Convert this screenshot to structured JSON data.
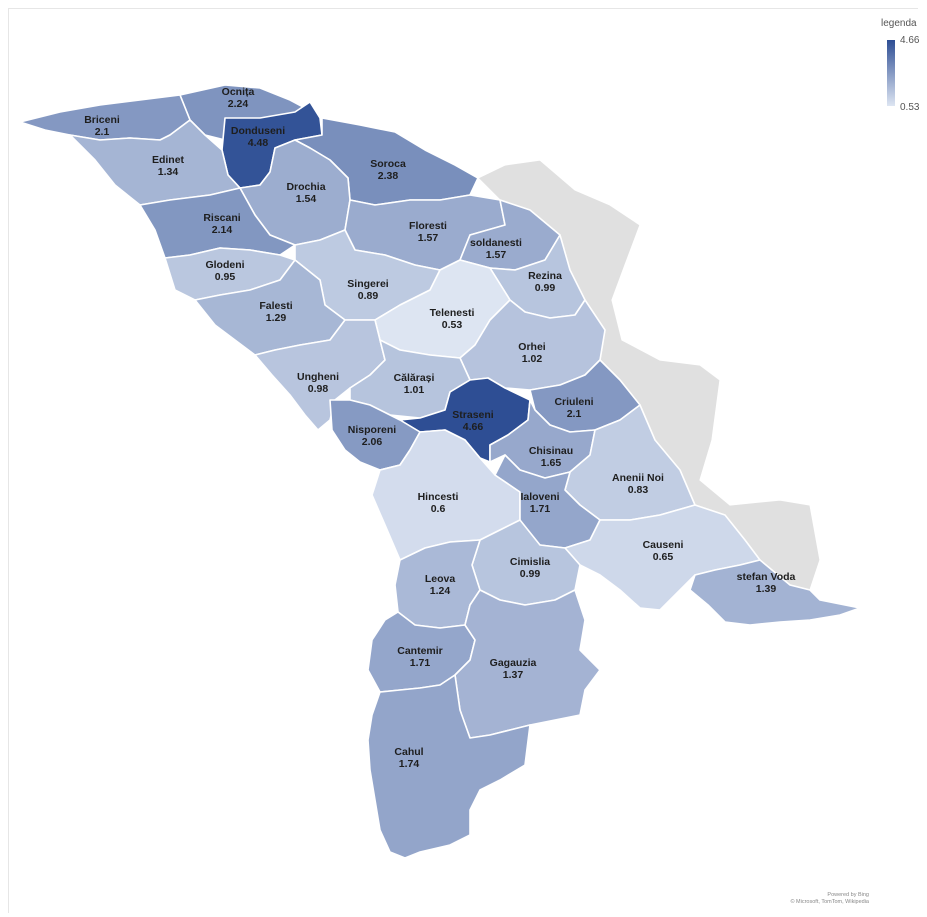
{
  "legend": {
    "title": "legenda",
    "max": "4.66",
    "min": "0.53",
    "color_max": "#2e4e94",
    "color_min": "#dde5f2"
  },
  "attribution": {
    "line1": "Powered by Bing",
    "line2": "© Microsoft, TomTom, Wikipedia"
  },
  "colors": {
    "outside": "#e0e0e0",
    "border": "#ffffff"
  },
  "regions": [
    {
      "name": "Ocnița",
      "value": "2.24"
    },
    {
      "name": "Briceni",
      "value": "2.1"
    },
    {
      "name": "Donduseni",
      "value": "4.48"
    },
    {
      "name": "Edinet",
      "value": "1.34"
    },
    {
      "name": "Soroca",
      "value": "2.38"
    },
    {
      "name": "Drochia",
      "value": "1.54"
    },
    {
      "name": "Riscani",
      "value": "2.14"
    },
    {
      "name": "Floresti",
      "value": "1.57"
    },
    {
      "name": "soldanesti",
      "value": "1.57"
    },
    {
      "name": "Glodeni",
      "value": "0.95"
    },
    {
      "name": "Singerei",
      "value": "0.89"
    },
    {
      "name": "Rezina",
      "value": "0.99"
    },
    {
      "name": "Falesti",
      "value": "1.29"
    },
    {
      "name": "Telenesti",
      "value": "0.53"
    },
    {
      "name": "Orhei",
      "value": "1.02"
    },
    {
      "name": "Ungheni",
      "value": "0.98"
    },
    {
      "name": "Călărași",
      "value": "1.01"
    },
    {
      "name": "Criuleni",
      "value": "2.1"
    },
    {
      "name": "Straseni",
      "value": "4.66"
    },
    {
      "name": "Nisporeni",
      "value": "2.06"
    },
    {
      "name": "Chisinau",
      "value": "1.65"
    },
    {
      "name": "Anenii Noi",
      "value": "0.83"
    },
    {
      "name": "Hincesti",
      "value": "0.6"
    },
    {
      "name": "Ialoveni",
      "value": "1.71"
    },
    {
      "name": "Causeni",
      "value": "0.65"
    },
    {
      "name": "Cimislia",
      "value": "0.99"
    },
    {
      "name": "stefan Voda",
      "value": "1.39"
    },
    {
      "name": "Leova",
      "value": "1.24"
    },
    {
      "name": "Cantemir",
      "value": "1.71"
    },
    {
      "name": "Gagauzia",
      "value": "1.37"
    },
    {
      "name": "Cahul",
      "value": "1.74"
    }
  ]
}
